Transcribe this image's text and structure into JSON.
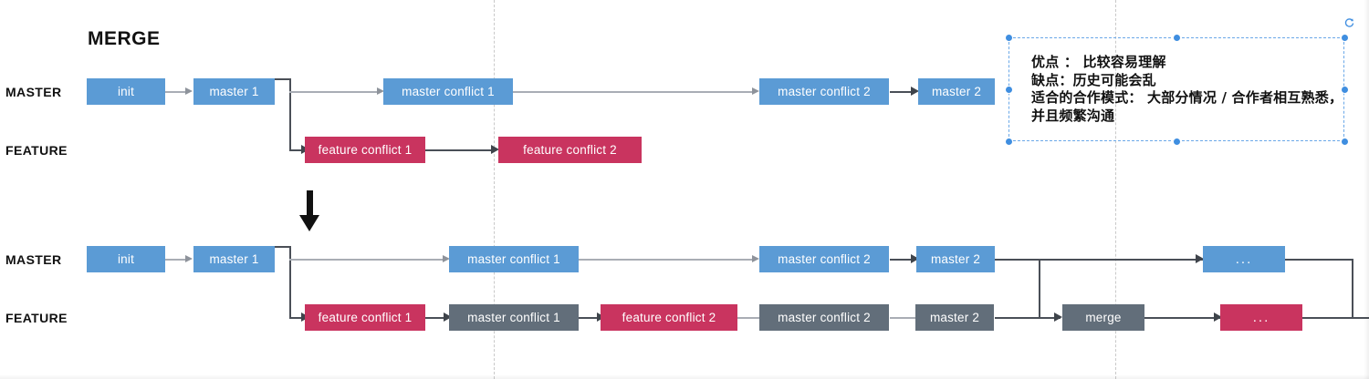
{
  "title": "MERGE",
  "colors": {
    "blue": "#5B9BD5",
    "crimson": "#C9345F",
    "gray": "#626E7A",
    "line_light": "#a9adb5",
    "line_dark": "#4a4f57",
    "guide": "#c9c9c9",
    "selection": "#3f8ee0",
    "text_on_node": "#ffffff"
  },
  "labels": {
    "master_top": "MASTER",
    "feature_top": "FEATURE",
    "master_bottom": "MASTER",
    "feature_bottom": "FEATURE"
  },
  "diagram_top": {
    "master_nodes": [
      {
        "text": "init",
        "color": "blue"
      },
      {
        "text": "master 1",
        "color": "blue"
      },
      {
        "text": "master conflict 1",
        "color": "blue"
      },
      {
        "text": "master conflict 2",
        "color": "blue"
      },
      {
        "text": "master 2",
        "color": "blue"
      }
    ],
    "feature_nodes": [
      {
        "text": "feature conflict 1",
        "color": "crimson"
      },
      {
        "text": "feature conflict 2",
        "color": "crimson"
      }
    ]
  },
  "diagram_bottom": {
    "master_nodes": [
      {
        "text": "init",
        "color": "blue"
      },
      {
        "text": "master 1",
        "color": "blue"
      },
      {
        "text": "master conflict 1",
        "color": "blue"
      },
      {
        "text": "master conflict 2",
        "color": "blue"
      },
      {
        "text": "master 2",
        "color": "blue"
      },
      {
        "text": "...",
        "color": "blue"
      }
    ],
    "feature_nodes": [
      {
        "text": "feature conflict 1",
        "color": "crimson"
      },
      {
        "text": "master conflict 1",
        "color": "gray"
      },
      {
        "text": "feature conflict 2",
        "color": "crimson"
      },
      {
        "text": "master conflict 2",
        "color": "gray"
      },
      {
        "text": "master 2",
        "color": "gray"
      },
      {
        "text": "merge",
        "color": "gray"
      },
      {
        "text": "...",
        "color": "crimson"
      }
    ]
  },
  "annotation": {
    "line1": "优点 ： 比较容易理解",
    "line2": "缺点：历史可能会乱",
    "line3": "适合的合作模式： 大部分情况 / 合作者相互熟悉，",
    "line4": "并且频繁沟通",
    "full_text": "优点 ： 比较容易理解\n缺点：历史可能会乱\n适合的合作模式： 大部分情况 / 合作者相互熟悉，\n并且频繁沟通"
  },
  "icons": {
    "rotate": "rotate-handle-icon",
    "down_arrow": "down-arrow-icon"
  }
}
